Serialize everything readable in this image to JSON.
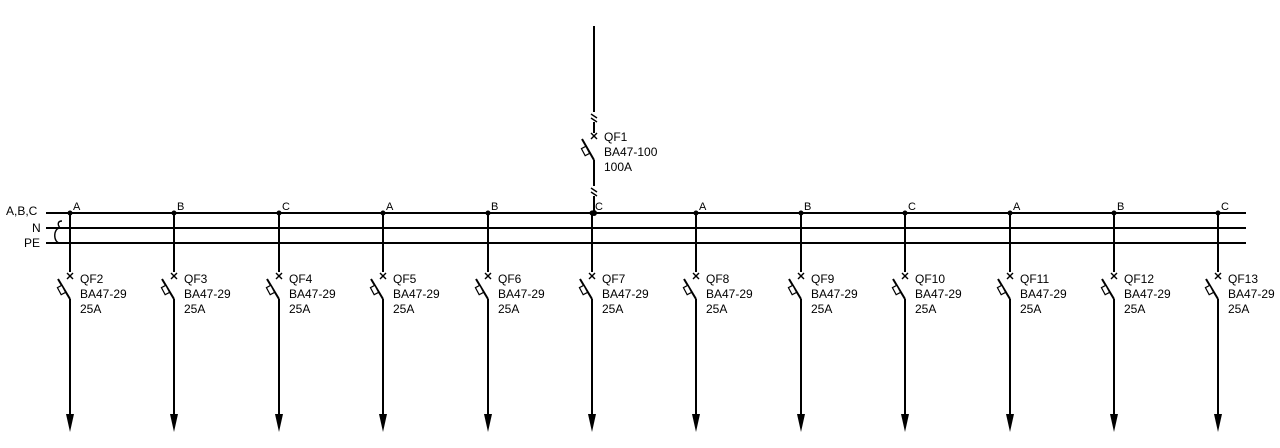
{
  "bus_labels": {
    "phases": "A,B,C",
    "neutral": "N",
    "protective_earth": "PE"
  },
  "main_breaker": {
    "id": "QF1",
    "model": "BA47-100",
    "rating": "100A"
  },
  "feeders": [
    {
      "phase": "A",
      "id": "QF2",
      "model": "BA47-29",
      "rating": "25A"
    },
    {
      "phase": "B",
      "id": "QF3",
      "model": "BA47-29",
      "rating": "25A"
    },
    {
      "phase": "C",
      "id": "QF4",
      "model": "BA47-29",
      "rating": "25A"
    },
    {
      "phase": "A",
      "id": "QF5",
      "model": "BA47-29",
      "rating": "25A"
    },
    {
      "phase": "B",
      "id": "QF6",
      "model": "BA47-29",
      "rating": "25A"
    },
    {
      "phase": "C",
      "id": "QF7",
      "model": "BA47-29",
      "rating": "25A"
    },
    {
      "phase": "A",
      "id": "QF8",
      "model": "BA47-29",
      "rating": "25A"
    },
    {
      "phase": "B",
      "id": "QF9",
      "model": "BA47-29",
      "rating": "25A"
    },
    {
      "phase": "C",
      "id": "QF10",
      "model": "BA47-29",
      "rating": "25A"
    },
    {
      "phase": "A",
      "id": "QF11",
      "model": "BA47-29",
      "rating": "25A"
    },
    {
      "phase": "B",
      "id": "QF12",
      "model": "BA47-29",
      "rating": "25A"
    },
    {
      "phase": "C",
      "id": "QF13",
      "model": "BA47-29",
      "rating": "25A"
    }
  ]
}
